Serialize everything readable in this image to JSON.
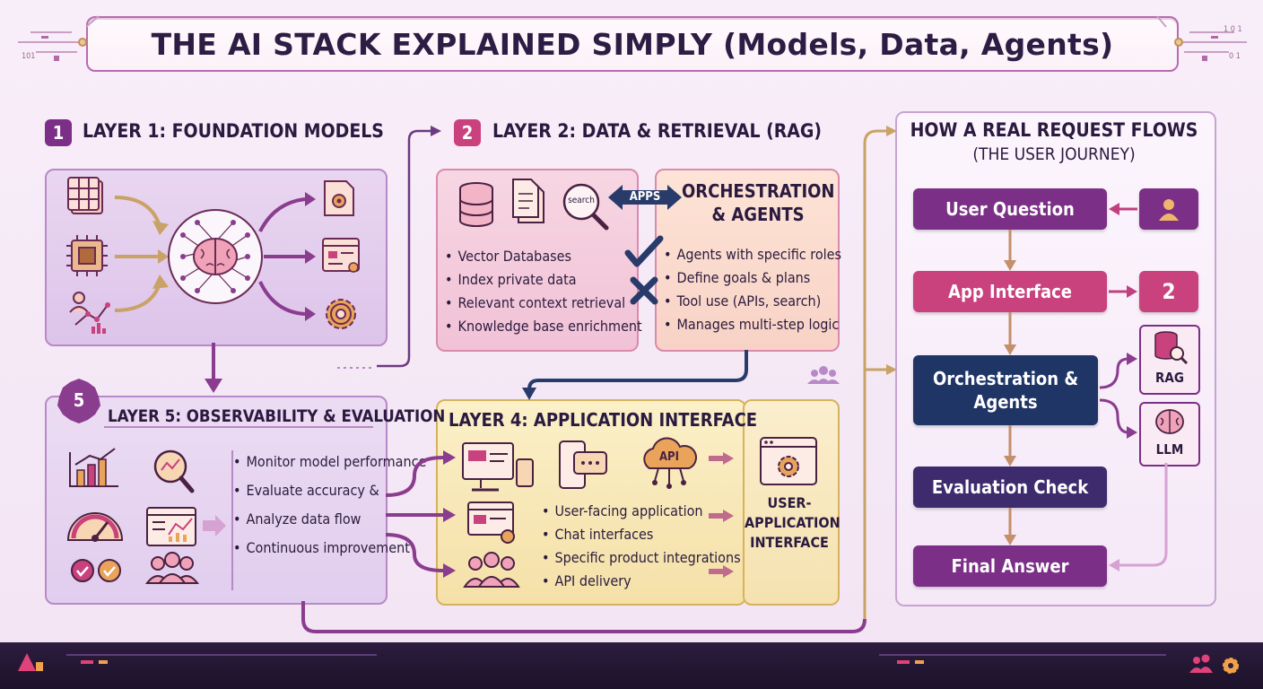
{
  "title": "THE AI STACK EXPLAINED SIMPLY (Models, Data, Agents)",
  "layer1": {
    "num": "1",
    "title": "LAYER 1: FOUNDATION MODELS"
  },
  "layer2": {
    "num": "2",
    "title": "LAYER 2: DATA & RETRIEVAL (RAG)",
    "search_label": "search",
    "apps_label": "APPS",
    "bullets": [
      "Vector Databases",
      "Index private data",
      "Relevant context retrieval",
      "Knowledge base enrichment"
    ]
  },
  "orchestration": {
    "title_line1": "ORCHESTRATION",
    "title_line2": "& AGENTS",
    "bullets": [
      "Agents with specific roles",
      "Define goals & plans",
      "Tool use (APIs, search)",
      "Manages multi-step logic"
    ]
  },
  "layer4": {
    "title": "LAYER 4: APPLICATION INTERFACE",
    "api_label": "API",
    "bullets": [
      "User-facing application",
      "Chat interfaces",
      "Specific product integrations",
      "API delivery"
    ],
    "side_line1": "USER-",
    "side_line2": "APPLICATION",
    "side_line3": "INTERFACE"
  },
  "layer5": {
    "num": "5",
    "title": "LAYER 5: OBSERVABILITY & EVALUATION",
    "bullets": [
      "Monitor model performance",
      "Evaluate accuracy &",
      "Analyze data flow",
      "Continuous improvement"
    ]
  },
  "flow": {
    "title": "HOW A REAL REQUEST FLOWS",
    "subtitle": "(THE USER JOURNEY)",
    "user_question": "User Question",
    "app_interface": "App Interface",
    "badge_2": "2",
    "orchestration_line1": "Orchestration &",
    "orchestration_line2": "Agents",
    "rag_label": "RAG",
    "llm_label": "LLM",
    "evaluation": "Evaluation Check",
    "final": "Final Answer"
  },
  "deco": {
    "binary_a": "101",
    "binary_b": "0 1",
    "binary_c": "1 0 1"
  },
  "colors": {
    "purple_dark": "#7b2f86",
    "magenta": "#c0417f",
    "navy": "#1f3566",
    "indigo": "#3d2b6e",
    "arrow_purple": "#8a3c8e",
    "arrow_gold": "#c9a267"
  }
}
